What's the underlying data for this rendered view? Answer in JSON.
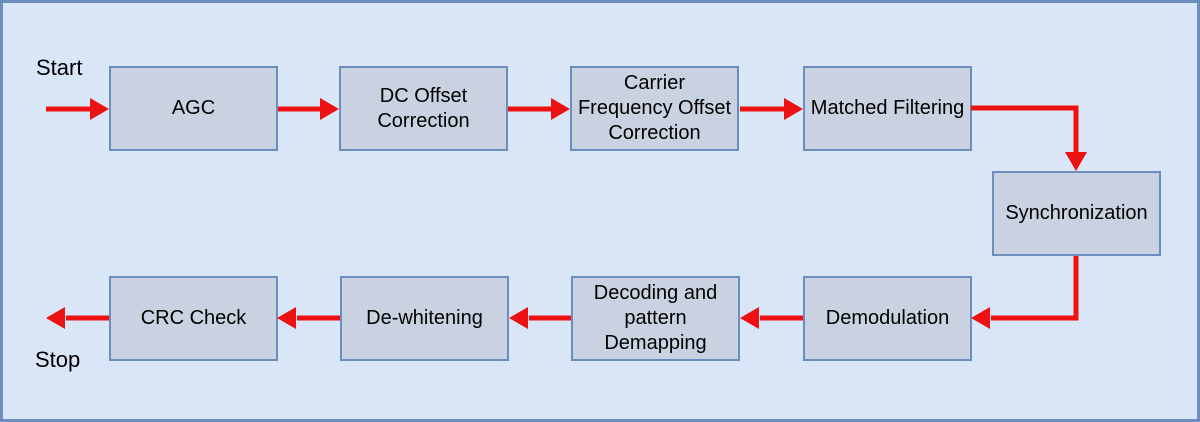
{
  "diagram": {
    "start_label": "Start",
    "stop_label": "Stop",
    "nodes": [
      {
        "id": "agc",
        "label": "AGC"
      },
      {
        "id": "dc_offset_correction",
        "label": "DC Offset\nCorrection"
      },
      {
        "id": "carrier_frequency_offset_correction",
        "label": "Carrier\nFrequency Offset\nCorrection"
      },
      {
        "id": "matched_filtering",
        "label": "Matched Filtering"
      },
      {
        "id": "synchronization",
        "label": "Synchronization"
      },
      {
        "id": "demodulation",
        "label": "Demodulation"
      },
      {
        "id": "decoding_and_pattern_demapping",
        "label": "Decoding and\npattern\nDemapping"
      },
      {
        "id": "de_whitening",
        "label": "De-whitening"
      },
      {
        "id": "crc_check",
        "label": "CRC Check"
      }
    ],
    "edges": [
      {
        "from": "start",
        "to": "agc"
      },
      {
        "from": "agc",
        "to": "dc_offset_correction"
      },
      {
        "from": "dc_offset_correction",
        "to": "carrier_frequency_offset_correction"
      },
      {
        "from": "carrier_frequency_offset_correction",
        "to": "matched_filtering"
      },
      {
        "from": "matched_filtering",
        "to": "synchronization"
      },
      {
        "from": "synchronization",
        "to": "demodulation"
      },
      {
        "from": "demodulation",
        "to": "decoding_and_pattern_demapping"
      },
      {
        "from": "decoding_and_pattern_demapping",
        "to": "de_whitening"
      },
      {
        "from": "de_whitening",
        "to": "crc_check"
      },
      {
        "from": "crc_check",
        "to": "stop"
      }
    ],
    "colors": {
      "background": "#d9e6f8",
      "node_fill": "#c9d2e0",
      "node_border": "#6c8ebf",
      "frame_border": "#6c8ebf",
      "arrow": "#ee1111",
      "text": "#000000"
    }
  }
}
